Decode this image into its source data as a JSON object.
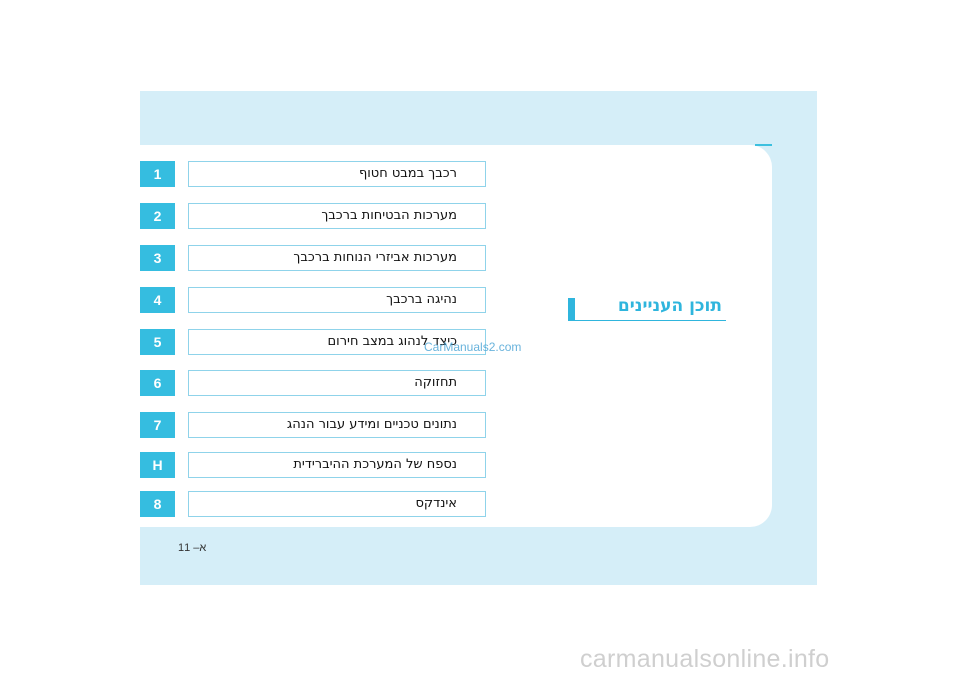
{
  "heading": {
    "title": "תוכן העניינים"
  },
  "toc": [
    {
      "num": "1",
      "label": "רכבך במבט חטוף"
    },
    {
      "num": "2",
      "label": "מערכות הבטיחות ברכבך"
    },
    {
      "num": "3",
      "label": "מערכות אביזרי הנוחות ברכבך"
    },
    {
      "num": "4",
      "label": "נהיגה ברכבך"
    },
    {
      "num": "5",
      "label": "כיצד לנהוג במצב חירום"
    },
    {
      "num": "6",
      "label": "תחזוקה"
    },
    {
      "num": "7",
      "label": "נתונים טכניים ומידע עבור הנהג"
    },
    {
      "num": "H",
      "label": "נספח של המערכת ההיברידית"
    },
    {
      "num": "8",
      "label": "אינדקס"
    }
  ],
  "page_number": "א– 11",
  "watermarks": {
    "middle": "CarManuals2.com",
    "bottom": "carmanualsonline.info"
  },
  "colors": {
    "accent": "#35bde0",
    "panel": "#d5eef8",
    "box_border": "#8fd3ea"
  }
}
